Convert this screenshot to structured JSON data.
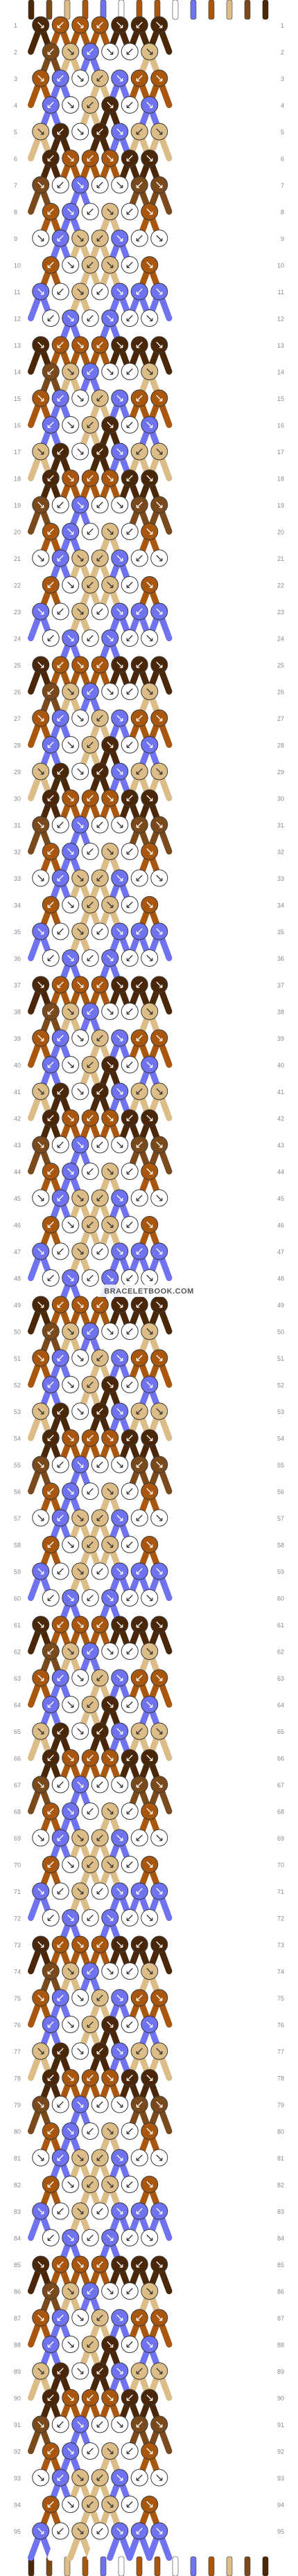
{
  "watermark": "BRACELETBOOK.COM",
  "row_count": 95,
  "strings_top": [
    "dark-brown",
    "mid-brown",
    "tan",
    "orange-brown",
    "blue",
    "white",
    "orange-brown",
    "orange-brown",
    "white",
    "blue",
    "orange-brown",
    "tan",
    "mid-brown",
    "dark-brown"
  ],
  "colors": {
    "dark-brown": "#4a2708",
    "mid-brown": "#7a4a1c",
    "orange-brown": "#a9570f",
    "tan": "#dcbc87",
    "blue": "#6f73ef",
    "white": "#ffffff",
    "outline": "#3a3a3a",
    "row_number": "#8a8a8a"
  },
  "knot_rows": [
    [
      "dark-brown",
      "orange-brown",
      "orange-brown",
      "orange-brown",
      "dark-brown",
      "dark-brown",
      "dark-brown"
    ],
    [
      "mid-brown",
      "tan",
      "blue",
      "white",
      "white",
      "tan",
      "mid-brown"
    ],
    [
      "orange-brown",
      "blue",
      "white",
      "tan",
      "blue",
      "orange-brown",
      "orange-brown"
    ],
    [
      "blue",
      "white",
      "tan",
      "dark-brown",
      "white",
      "blue",
      "blue"
    ],
    [
      "tan",
      "dark-brown",
      "white",
      "dark-brown",
      "blue",
      "tan",
      "tan"
    ],
    [
      "dark-brown",
      "orange-brown",
      "orange-brown",
      "orange-brown",
      "dark-brown",
      "dark-brown",
      "dark-brown"
    ],
    [
      "mid-brown",
      "white",
      "blue",
      "white",
      "white",
      "mid-brown",
      "mid-brown"
    ],
    [
      "orange-brown",
      "blue",
      "white",
      "tan",
      "white",
      "orange-brown",
      "orange-brown"
    ],
    [
      "white",
      "blue",
      "tan",
      "tan",
      "blue",
      "white",
      "white"
    ],
    [
      "orange-brown",
      "white",
      "tan",
      "tan",
      "white",
      "orange-brown",
      "orange-brown"
    ],
    [
      "blue",
      "white",
      "tan",
      "white",
      "blue",
      "blue",
      "blue"
    ],
    [
      "white",
      "blue",
      "white",
      "blue",
      "white",
      "white",
      "white"
    ]
  ]
}
